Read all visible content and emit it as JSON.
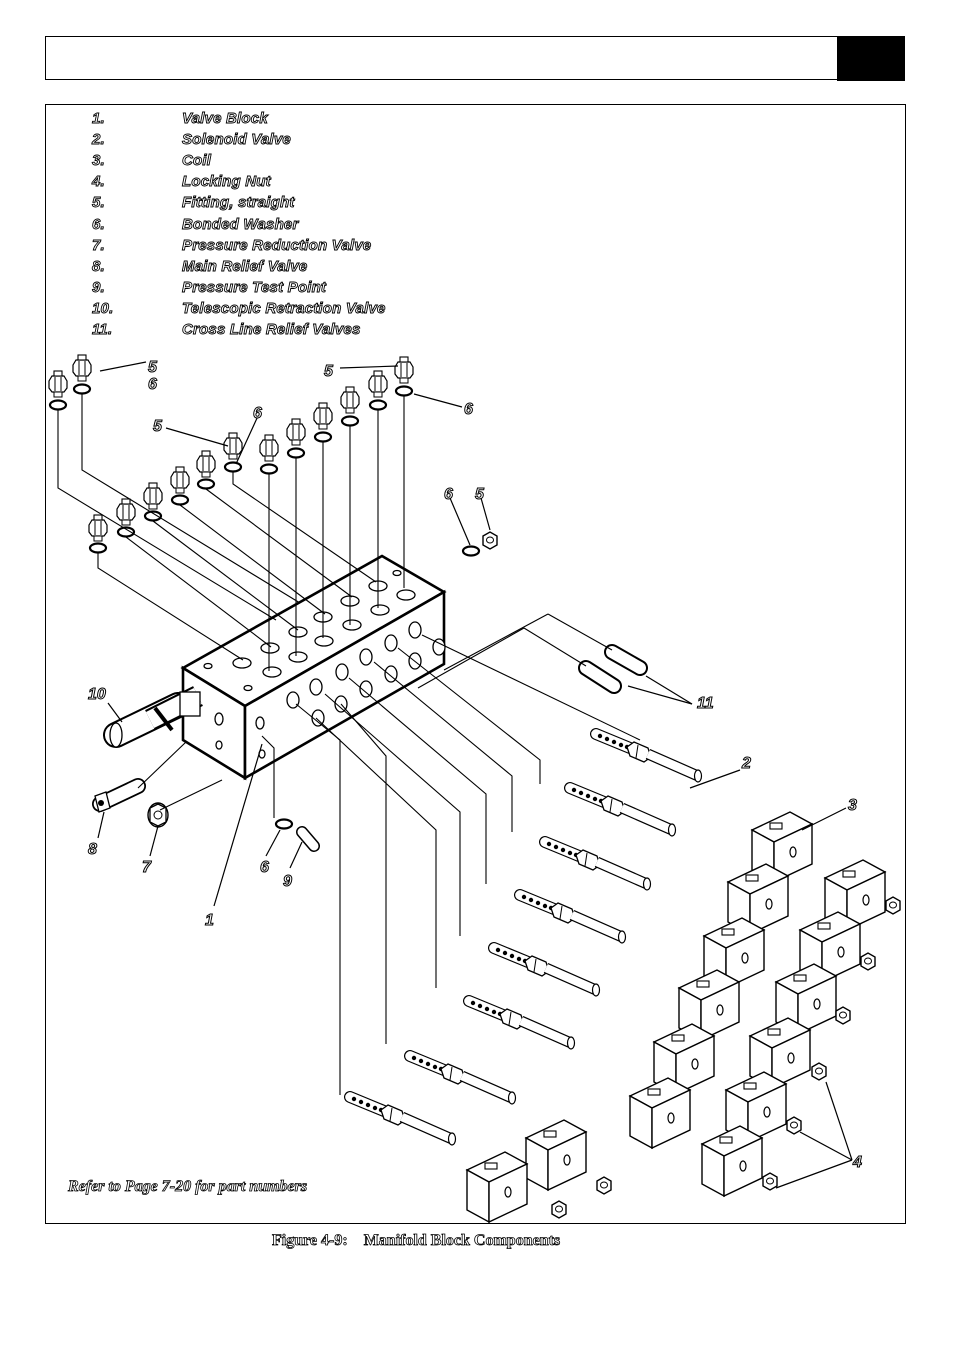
{
  "header": {
    "title": ""
  },
  "legend": [
    {
      "num": "1.",
      "label": "Valve Block"
    },
    {
      "num": "2.",
      "label": "Solenoid Valve"
    },
    {
      "num": "3.",
      "label": "Coil"
    },
    {
      "num": "4.",
      "label": "Locking Nut"
    },
    {
      "num": "5.",
      "label": "Fitting, straight"
    },
    {
      "num": "6.",
      "label": "Bonded Washer"
    },
    {
      "num": "7.",
      "label": "Pressure Reduction Valve"
    },
    {
      "num": "8.",
      "label": "Main Relief Valve"
    },
    {
      "num": "9.",
      "label": "Pressure Test Point"
    },
    {
      "num": "10.",
      "label": "Telescopic Retraction Valve"
    },
    {
      "num": "11.",
      "label": "Cross Line Relief Valves"
    }
  ],
  "callouts": {
    "c1": "1",
    "c2": "2",
    "c3": "3",
    "c4": "4",
    "c5": "5",
    "c6": "6",
    "c7": "7",
    "c8": "8",
    "c9": "9",
    "c10": "10",
    "c11": "11"
  },
  "note": "Refer to Page 7-20 for part numbers",
  "caption": {
    "figure": "Figure 4-9:",
    "title": "Manifold Block Components"
  },
  "colors": {
    "ink": "#000000",
    "background": "#ffffff",
    "header_block": "#000000"
  }
}
